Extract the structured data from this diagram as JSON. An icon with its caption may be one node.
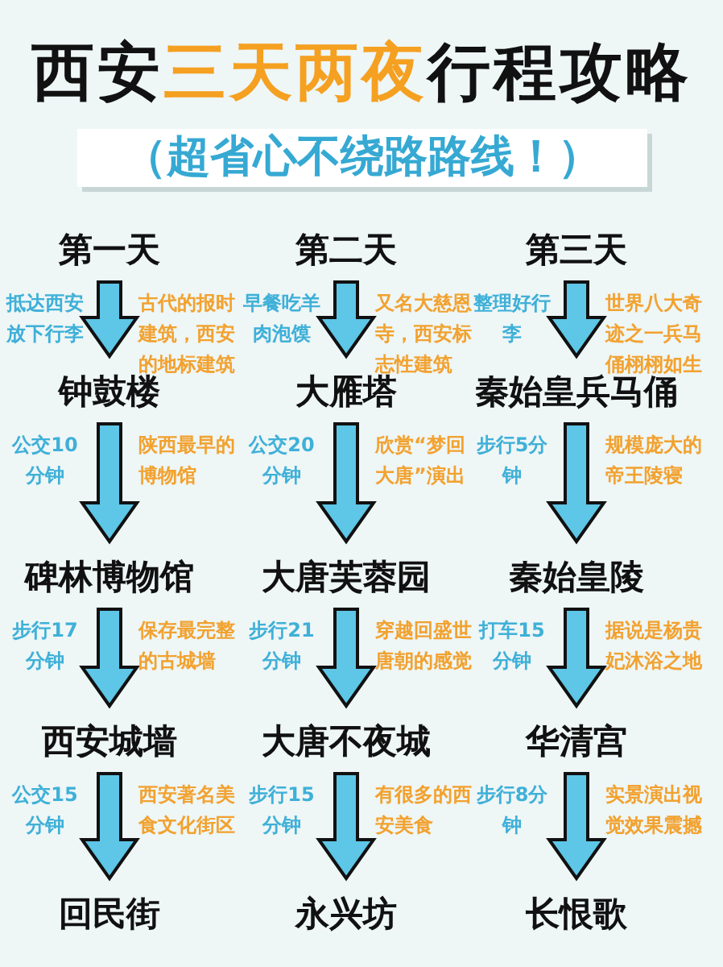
{
  "diagram": {
    "title": "西安**三天两夜**行程攻略",
    "nodes": [
      {
        "text": [
          "第一天"
        ]
      },
      {
        "text": [
          "第二天"
        ]
      },
      {
        "text": [
          "第三天"
        ]
      },
      {
        "text": [
          "钟鼓楼"
        ]
      },
      {
        "text": [
          "大雁塔"
        ]
      },
      {
        "text": [
          "秦始皇兵马俑"
        ]
      },
      {
        "text": [
          "碑林博物馆"
        ]
      },
      {
        "text": [
          "大唐芙蓉园"
        ]
      },
      {
        "text": [
          "秦始皇陵"
        ]
      },
      {
        "text": [
          "西安城墙"
        ]
      },
      {
        "text": [
          "大唐不夜城"
        ]
      },
      {
        "text": [
          "华清宫"
        ]
      },
      {
        "text": [
          "回民街"
        ]
      },
      {
        "text": [
          "永兴坊"
        ]
      },
      {
        "text": [
          "长恨歌"
        ]
      }
    ],
    "edges": [
      {
        "from": 0,
        "to": 3,
        "arrow": "to",
        "label": "抵达西安放下行李"
      },
      {
        "from": 1,
        "to": 4,
        "arrow": "to",
        "label": "早餐吃羊肉泡馍"
      },
      {
        "from": 2,
        "to": 5,
        "arrow": "to",
        "label": "整理好行李"
      },
      {
        "from": 3,
        "to": 6,
        "arrow": "to",
        "label": "公交10分钟"
      },
      {
        "from": 4,
        "to": 7,
        "arrow": "to",
        "label": "公交20分钟"
      },
      {
        "from": 5,
        "to": 8,
        "arrow": "to",
        "label": "步行5分钟"
      },
      {
        "from": 6,
        "to": 9,
        "arrow": "to",
        "label": "步行17分钟"
      },
      {
        "from": 7,
        "to": 10,
        "arrow": "to",
        "label": "步行21分钟"
      },
      {
        "from": 8,
        "to": 11,
        "arrow": "to",
        "label": "打车15分钟"
      },
      {
        "from": 9,
        "to": 12,
        "arrow": "to",
        "label": "公交15分钟"
      },
      {
        "from": 10,
        "to": 13,
        "arrow": "to",
        "label": "步行15分钟"
      },
      {
        "from": 11,
        "to": 14,
        "arrow": "to",
        "label": "步行8分钟"
      }
    ],
    "labels": [
      "（超省心不绕路路线！）",
      "古代的报时建筑，西安的地标建筑",
      "又名大慈恩寺，西安标志性建筑",
      "世界八大奇迹之一兵马俑栩栩如生",
      "陕西最早的博物馆",
      "欣赏“梦回大唐”演出",
      "规模庞大的帝王陵寝",
      "保存最完整的古城墙",
      "穿越回盛世唐朝的感觉",
      "据说是杨贵妃沐浴之地",
      "西安著名美食文化街区",
      "有很多的西安美食",
      "实景演出视觉效果震撼"
    ]
  }
}
